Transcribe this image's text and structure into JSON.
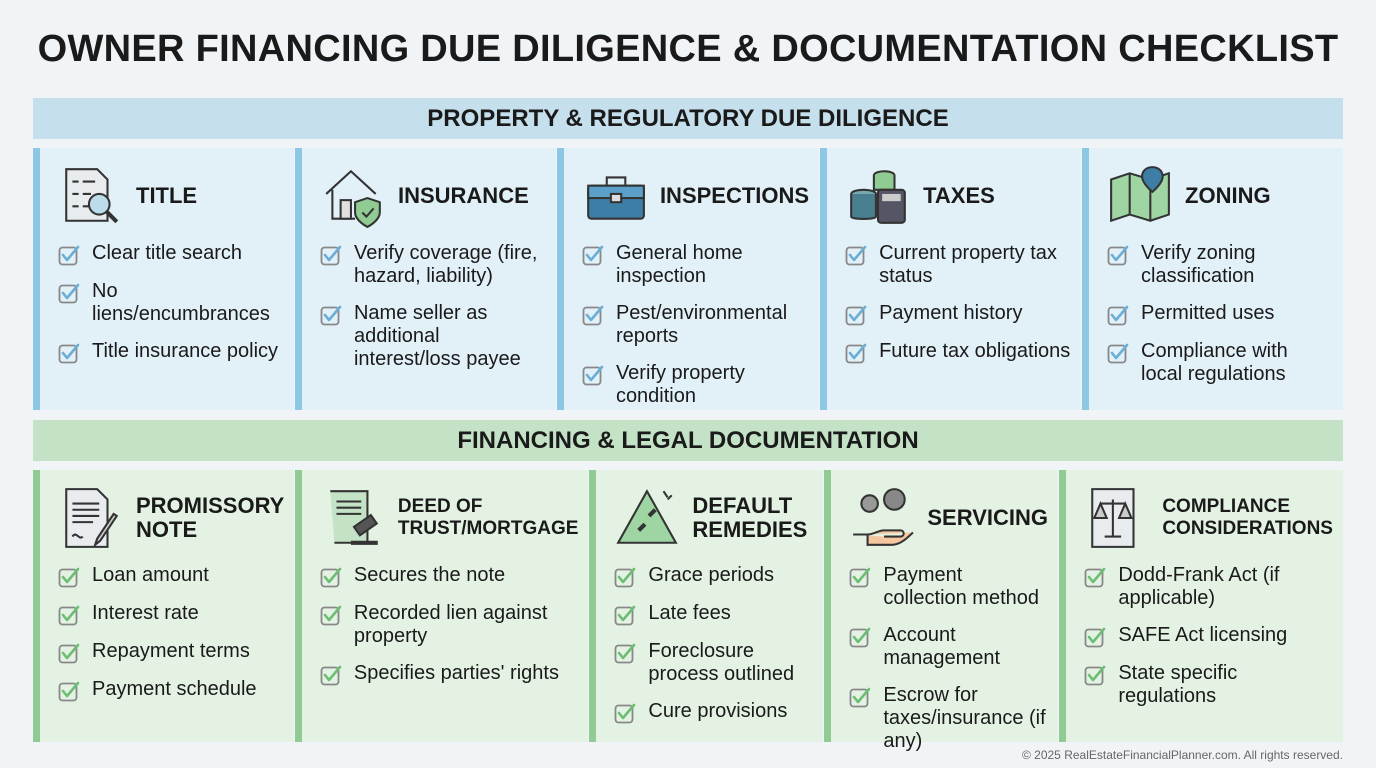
{
  "title": "OWNER FINANCING DUE DILIGENCE & DOCUMENTATION CHECKLIST",
  "sections": [
    {
      "heading": "PROPERTY & REGULATORY DUE DILIGENCE",
      "cards": [
        {
          "title": "TITLE",
          "icon": "document-search-icon",
          "items": [
            "Clear title search",
            "No liens/encumbrances",
            "Title insurance policy"
          ]
        },
        {
          "title": "INSURANCE",
          "icon": "house-shield-icon",
          "items": [
            "Verify coverage (fire, hazard, liability)",
            "Name seller as additional interest/loss payee"
          ]
        },
        {
          "title": "INSPECTIONS",
          "icon": "toolbox-icon",
          "items": [
            "General home inspection",
            "Pest/environmental reports",
            "Verify property condition"
          ]
        },
        {
          "title": "TAXES",
          "icon": "coins-calculator-icon",
          "items": [
            "Current property tax status",
            "Payment history",
            "Future tax obligations"
          ]
        },
        {
          "title": "ZONING",
          "icon": "map-pin-icon",
          "items": [
            "Verify zoning classification",
            "Permitted uses",
            "Compliance with local regulations"
          ]
        }
      ]
    },
    {
      "heading": "FINANCING & LEGAL DOCUMENTATION",
      "cards": [
        {
          "title": "PROMISSORY NOTE",
          "icon": "signed-document-icon",
          "items": [
            "Loan amount",
            "Interest rate",
            "Repayment terms",
            "Payment schedule"
          ]
        },
        {
          "title": "DEED OF TRUST/MORTGAGE",
          "icon": "scroll-gavel-icon",
          "items": [
            "Secures the note",
            "Recorded lien against property",
            "Specifies parties' rights"
          ]
        },
        {
          "title": "DEFAULT REMEDIES",
          "icon": "warning-broken-chain-icon",
          "items": [
            "Grace periods",
            "Late fees",
            "Foreclosure process outlined",
            "Cure provisions"
          ]
        },
        {
          "title": "SERVICING",
          "icon": "gears-hand-icon",
          "items": [
            "Payment collection method",
            "Account management",
            "Escrow for taxes/insurance (if any)"
          ]
        },
        {
          "title": "COMPLIANCE CONSIDERATIONS",
          "icon": "scales-document-icon",
          "items": [
            "Dodd-Frank Act (if applicable)",
            "SAFE Act licensing",
            "State specific regulations"
          ]
        }
      ]
    }
  ],
  "footer": "© 2025 RealEstateFinancialPlanner.com. All rights reserved.",
  "colors": {
    "blue_band": "#c5dfec",
    "blue_card": "#e2f0f8",
    "blue_accent": "#8cc8e4",
    "green_band": "#c4e2c6",
    "green_card": "#e4f2e4",
    "green_accent": "#8fcb93"
  }
}
